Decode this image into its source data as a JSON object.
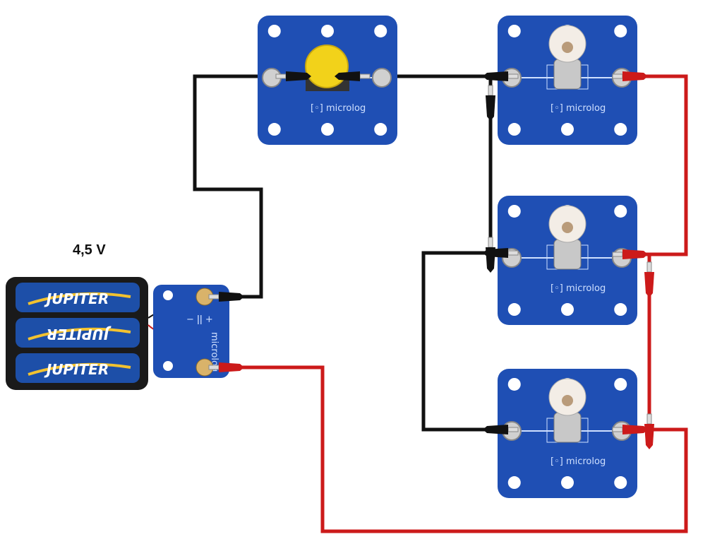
{
  "battery": {
    "voltage_label": "4,5 V",
    "cells": [
      "JUPITER",
      "JUPITER",
      "JUPITER"
    ],
    "module_brand": "microlog"
  },
  "components": {
    "push_button": {
      "brand": "microlog"
    },
    "lamp_1": {
      "brand": "microlog"
    },
    "lamp_2": {
      "brand": "microlog"
    },
    "lamp_3": {
      "brand": "microlog"
    }
  },
  "colors": {
    "board": "#1f4fb4",
    "negative_wire": "#111111",
    "positive_wire": "#cc1a1a",
    "button": "#f2d21a",
    "terminal": "#c9c9c9"
  }
}
